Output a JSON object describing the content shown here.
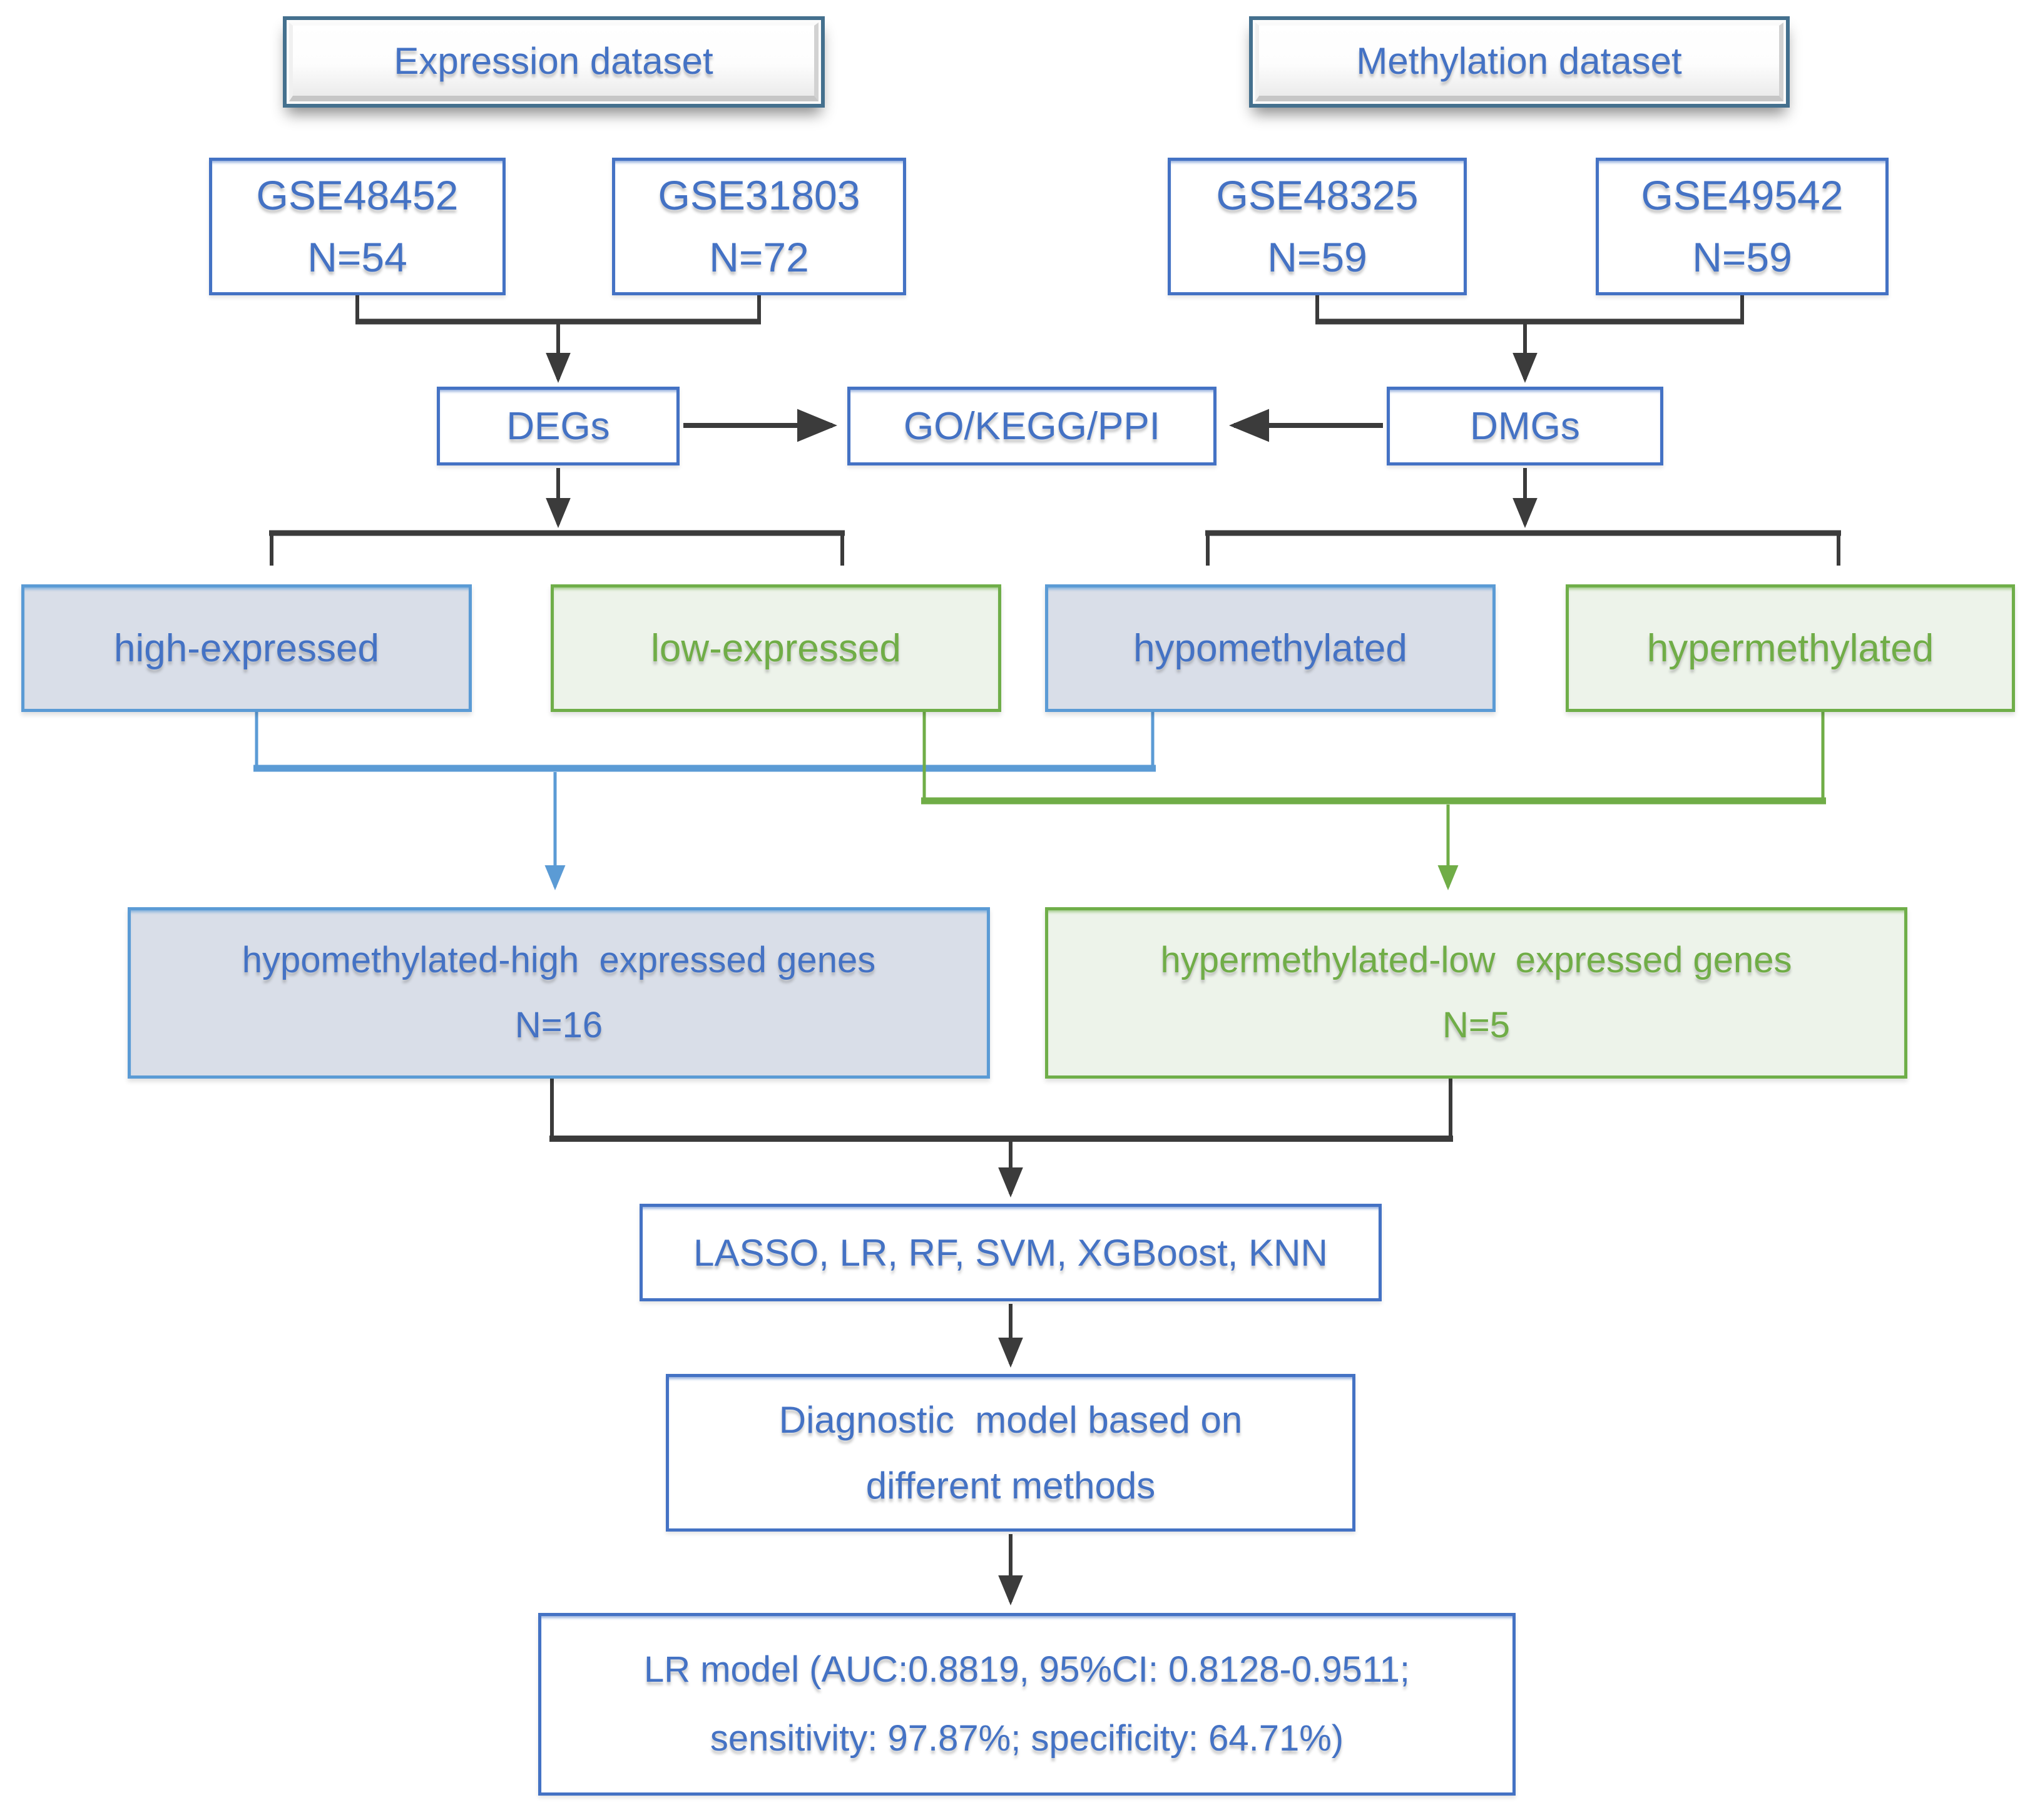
{
  "figure": {
    "type": "flowchart",
    "description": "Study workflow combining expression and methylation datasets to build a diagnostic model"
  },
  "colors": {
    "accent_blue_text": "#4472C4",
    "plain_box_border": "#4472C4",
    "bluegray_fill": "#D9DEE8",
    "bluegray_border": "#5B9BD5",
    "green_fill": "#EDF3EA",
    "green_border": "#6FAE49",
    "green_text": "#70AD47",
    "connector_black": "#3B3B3B",
    "connector_blue": "#5B9BD5",
    "connector_green": "#70AD47",
    "button_frame": "#44708E"
  },
  "headers": {
    "expression": "Expression dataset",
    "methylation": "Methylation dataset"
  },
  "datasets": {
    "gse48452": {
      "name": "GSE48452",
      "n": "N=54"
    },
    "gse31803": {
      "name": "GSE31803",
      "n": "N=72"
    },
    "gse48325": {
      "name": "GSE48325",
      "n": "N=59"
    },
    "gse49542": {
      "name": "GSE49542",
      "n": "N=59"
    }
  },
  "analysis": {
    "degs": "DEGs",
    "enrichment": "GO/KEGG/PPI",
    "dmgs": "DMGs"
  },
  "categories": {
    "high_expressed": "high-expressed",
    "low_expressed": "low-expressed",
    "hypomethylated": "hypomethylated",
    "hypermethylated": "hypermethylated"
  },
  "merged": {
    "hypo_high": {
      "label": "hypomethylated-high  expressed genes",
      "n": "N=16"
    },
    "hyper_low": {
      "label": "hypermethylated-low  expressed genes",
      "n": "N=5"
    }
  },
  "ml_methods": "LASSO, LR, RF, SVM, XGBoost, KNN",
  "diagnostic": {
    "line1": "Diagnostic  model based on",
    "line2": "different methods"
  },
  "result": {
    "line1": "LR model (AUC:0.8819, 95%CI: 0.8128-0.9511;",
    "line2": "sensitivity: 97.87%; specificity: 64.71%)"
  }
}
